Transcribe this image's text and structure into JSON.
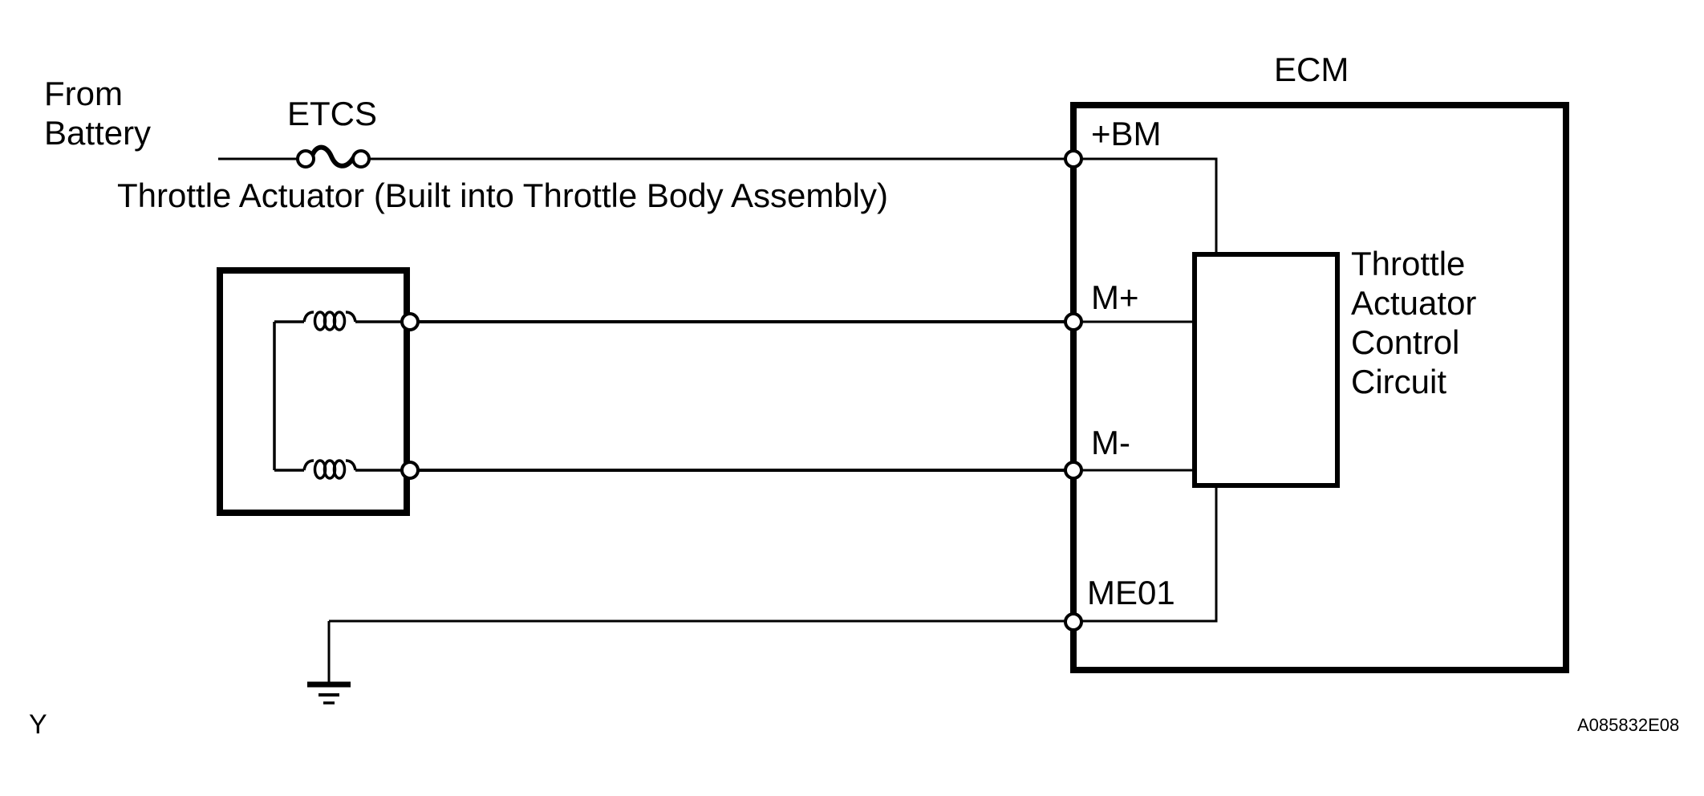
{
  "diagram": {
    "battery_source": {
      "line1": "From",
      "line2": "Battery"
    },
    "fuse": {
      "label": "ETCS"
    },
    "actuator": {
      "caption": "Throttle Actuator (Built into Throttle Body Assembly)"
    },
    "ecm": {
      "title": "ECM",
      "terminals": [
        {
          "label": "+BM"
        },
        {
          "label": "M+"
        },
        {
          "label": "M-"
        },
        {
          "label": "ME01"
        }
      ],
      "control_block": {
        "line1": "Throttle",
        "line2": "Actuator",
        "line3": "Control",
        "line4": "Circuit"
      }
    },
    "footer": {
      "page_marker": "Y",
      "figure_code": "A085832E08"
    },
    "colors": {
      "line": "#000000",
      "background": "#ffffff"
    }
  }
}
